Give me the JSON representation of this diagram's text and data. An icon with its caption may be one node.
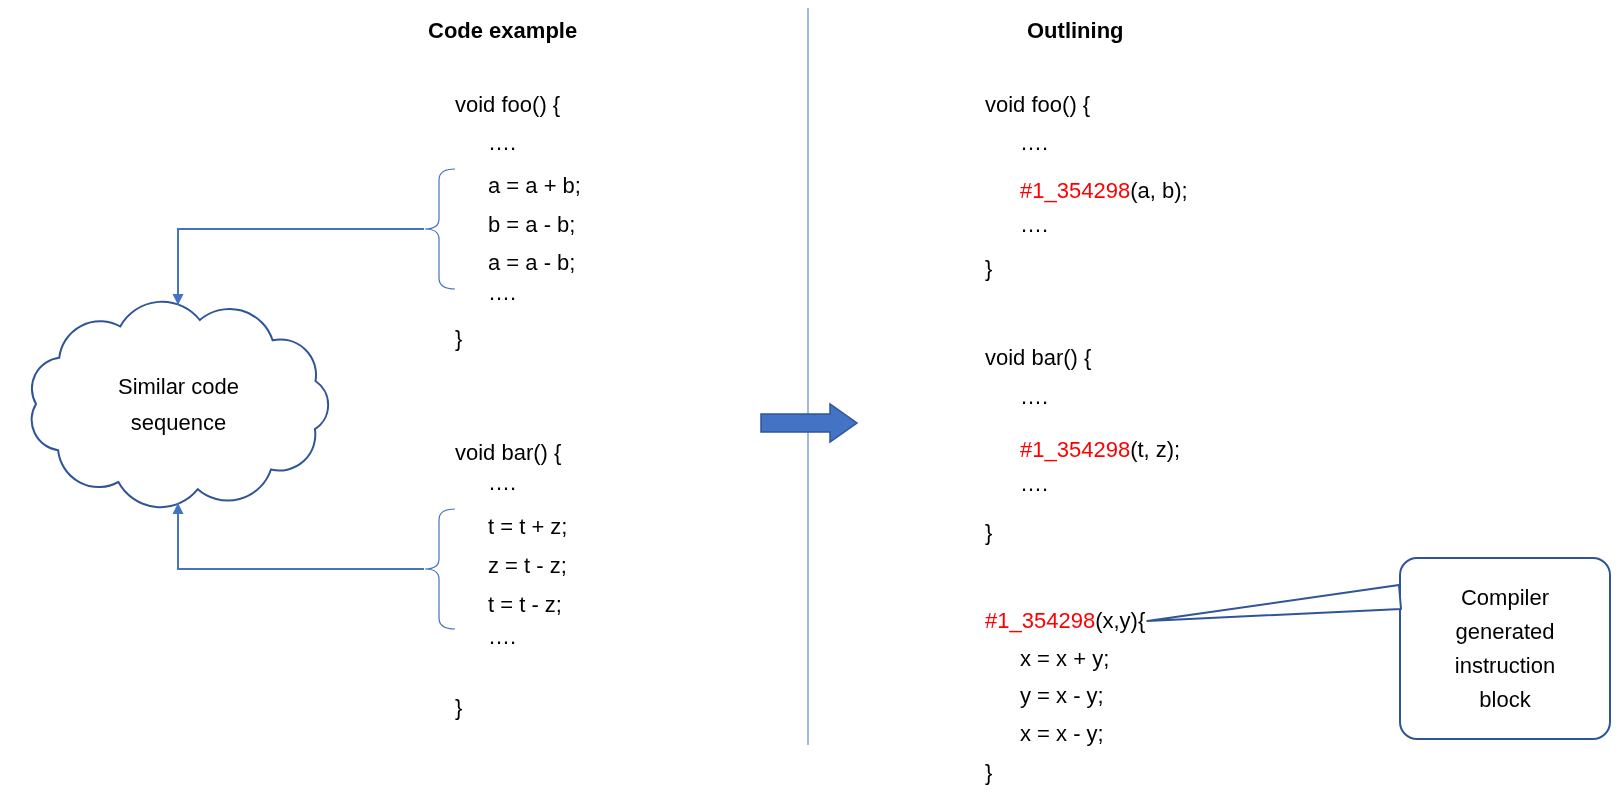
{
  "diagram": {
    "nodes": [
      {
        "text": [
          "a = a + b;",
          "b = a - b;",
          "a = a - b;"
        ]
      },
      {
        "text": [
          "t = t + z;",
          "z = t - z;",
          "t = t - z;"
        ]
      },
      {
        "text": [
          "Similar code sequence"
        ]
      },
      {
        "text": [
          "#1_354298(x,y){"
        ]
      },
      {
        "text": [
          "Compiler generated instruction block"
        ]
      }
    ],
    "edges": [
      {
        "from": 0,
        "to": 2,
        "arrow": "to"
      },
      {
        "from": 1,
        "to": 2,
        "arrow": "to"
      },
      {
        "from": 4,
        "to": 3,
        "arrow": "none"
      }
    ],
    "labels": [
      "Code example",
      "Outlining",
      "void foo() {",
      "….",
      "….",
      "}",
      "void bar() {",
      "….",
      "….",
      "}",
      "void foo() {",
      "….",
      "#1_354298(a, b);",
      "….",
      "}",
      "void bar() {",
      "….",
      "#1_354298(t, z);",
      "….",
      "}",
      "x = x + y;",
      "y = x - y;",
      "x = x - y;",
      "}"
    ]
  }
}
